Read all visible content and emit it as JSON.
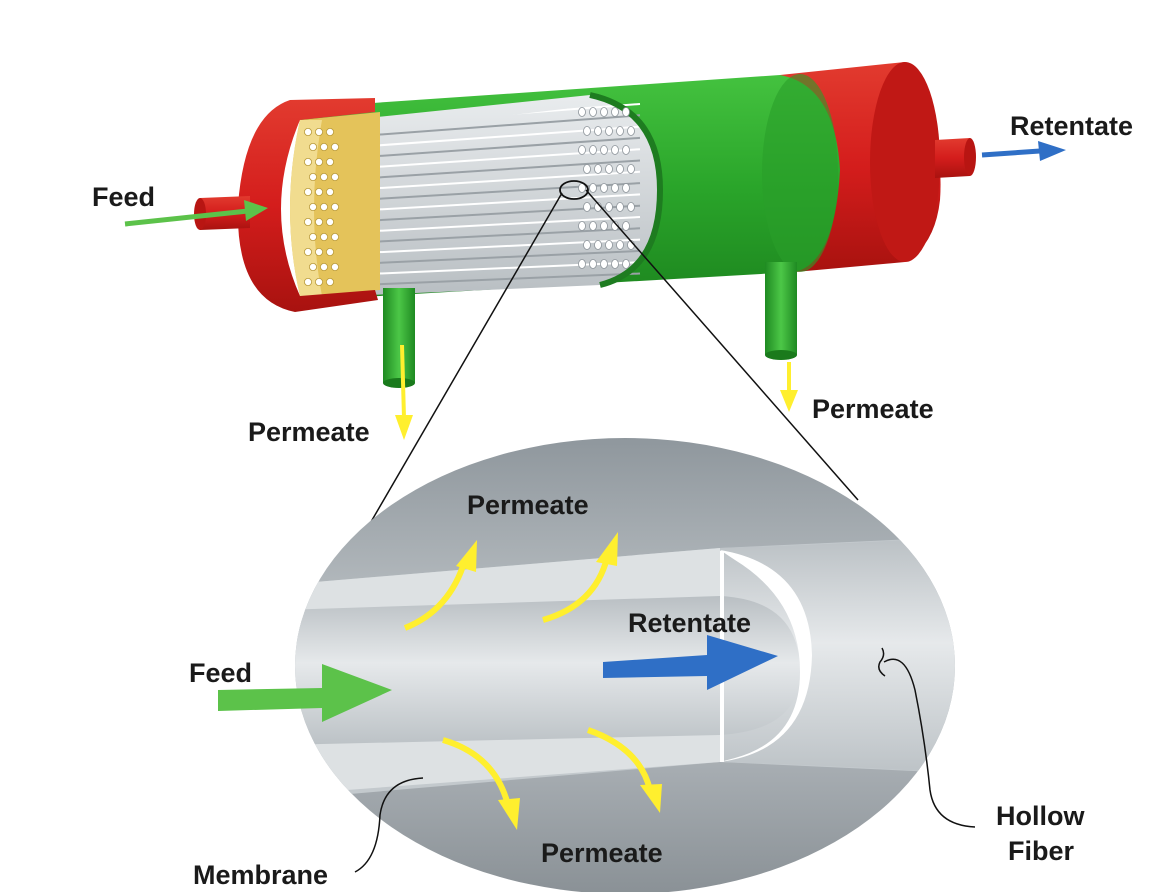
{
  "module": {
    "feed_label": "Feed",
    "retentate_label": "Retentate",
    "permeate_left_label": "Permeate",
    "permeate_right_label": "Permeate"
  },
  "detail": {
    "feed_label": "Feed",
    "retentate_label": "Retentate",
    "permeate_top_label": "Permeate",
    "permeate_bottom_label": "Permeate",
    "membrane_label": "Membrane",
    "hollow_fiber_label_line1": "Hollow",
    "hollow_fiber_label_line2": "Fiber"
  },
  "colors": {
    "shell_green": "#2bb02b",
    "endcap_red": "#d81f1f",
    "potting_yellow": "#e8c85a",
    "feed_arrow": "#5cc24a",
    "retentate_arrow": "#2f6fc6",
    "permeate_arrow": "#ffef2e",
    "fiber_gray": "#c9cfd2"
  }
}
